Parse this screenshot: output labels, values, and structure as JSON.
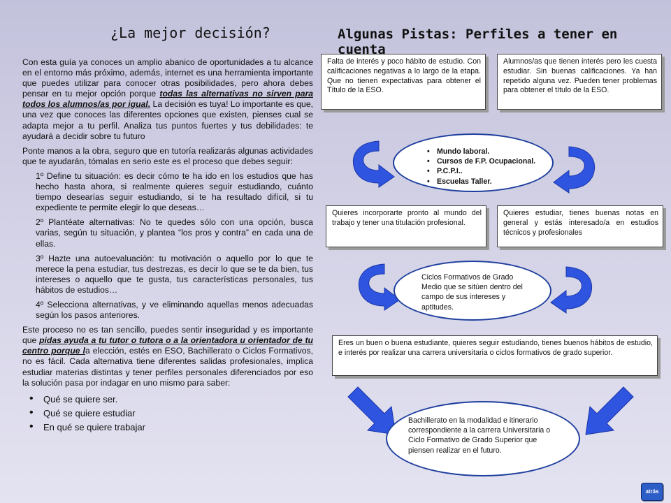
{
  "left": {
    "title": "¿La mejor decisión?",
    "intro_1": "Con esta guía ya conoces un amplio abanico de oportunidades a tu alcance en el entorno más próximo, además, internet es una herramienta importante que puedes utilizar para conocer otras posibilidades, pero ahora debes pensar en tu mejor opción porque ",
    "intro_em": "todas las alternativas no sirven para todos los alumnos/as por igual.",
    "intro_2": " La decisión es tuya! Lo importante es que, una vez que conoces las diferentes opciones que existen, pienses cual se adapta mejor a tu perfil. Analiza tus puntos fuertes y tus debilidades: te ayudará a decidir sobre tu futuro",
    "process_intro": "Ponte manos a la obra, seguro que en tutoría realizarás algunas actividades que te ayudarán, tómalas en serio este es el proceso que debes seguir:",
    "steps": [
      "1º Define tu situación: es decir cómo te ha ido en los estudios que has hecho hasta ahora, si realmente quieres seguir estudiando, cuánto tiempo desearías seguir estudiando, si te ha resultado difícil, si tu expediente te permite elegir lo que deseas…",
      "2º Plantéate alternativas: No te quedes sólo con una opción, busca varias, según tu situación, y plantea “los pros y contra” en cada una de ellas.",
      "3º Hazte una autoevaluación: tu motivación o aquello por lo que te merece la pena estudiar, tus destrezas, es decir lo que se te da bien, tus intereses o aquello que te gusta, tus características personales, tus hábitos de estudios…",
      "4º Selecciona alternativas, y ve eliminando aquellas menos adecuadas según los pasos anteriores."
    ],
    "closing_1": "Este proceso no es tan sencillo, puedes sentir inseguridad y es importante que ",
    "closing_em": "pidas ayuda a tu tutor o tutora o a la orientadora u orientador de tu centro porque l",
    "closing_2": "a elección, estés en ESO, Bachillerato o Ciclos Formativos, no es fácil. Cada alternativa tiene diferentes salidas profesionales, implica estudiar materias distintas y tener perfiles personales diferenciados por eso la solución pasa por indagar en uno mismo para saber:",
    "bullets": [
      "Qué se quiere ser.",
      "Qué se quiere estudiar",
      "En qué se quiere trabajar"
    ]
  },
  "right": {
    "title": "Algunas Pistas: Perfiles a tener en cuenta",
    "profile_1": "Falta de interés y poco hábito de estudio. Con calificaciones negativas a lo largo de la etapa. Que no tienen expectativas para obtener el Título de la ESO.",
    "profile_2": "Alumnos/as que tienen interés pero les cuesta estudiar. Sin buenas calificaciones. Ya han repetido alguna vez. Pueden tener problemas para obtener el título de la ESO.",
    "options_1": [
      "Mundo laboral.",
      "Cursos de F.P. Ocupacional.",
      "P.C.P.I..",
      "Escuelas Taller."
    ],
    "profile_3": "Quieres incorporarte pronto al mundo del trabajo y tener una titulación profesional.",
    "profile_4": "Quieres estudiar, tienes buenas notas en general y estás interesado/a en estudios técnicos y profesionales",
    "options_2": "Ciclos Formativos de Grado Medio que se sitúen dentro del campo de sus intereses y aptitudes.",
    "profile_5": "Eres un buen o buena estudiante, quieres seguir estudiando, tienes buenos hábitos de estudio, e interés por realizar una carrera universitaria o ciclos formativos de grado superior.",
    "options_3": "Bachillerato en la modalidad e itinerario correspondiente a la carrera Universitaria o Ciclo Formativo de Grado Superior que piensen realizar en el futuro."
  },
  "nav": {
    "back_label": "atrás"
  },
  "colors": {
    "arrow_blue": "#2f55e0",
    "oval_border": "#1f3f9e"
  }
}
